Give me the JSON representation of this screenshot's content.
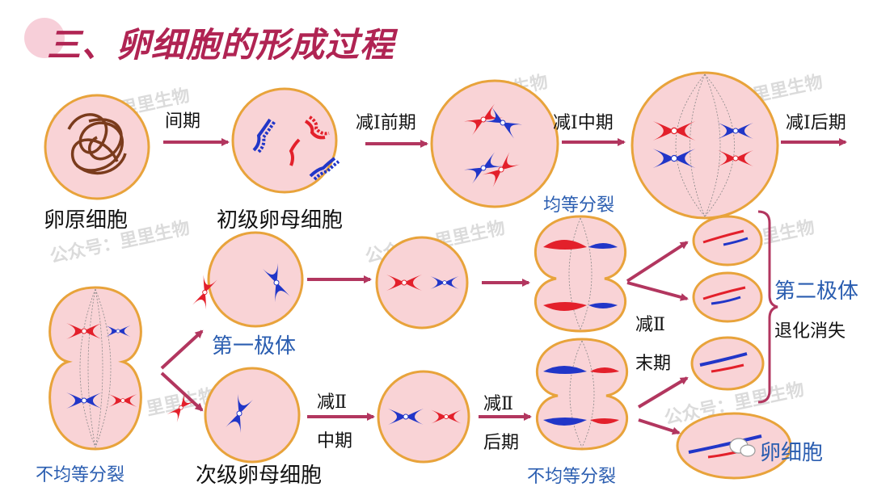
{
  "title": "三、卵细胞的形成过程",
  "watermarks": {
    "w1": "公众号：里里生物",
    "w2": "里里生物",
    "w3": "里里生物",
    "w4": "公众号：里里生物",
    "w5": "公众号：里里生物",
    "w6": "里里生物",
    "w7": "里里生物",
    "w8": "公众号：里里生物"
  },
  "stages": {
    "oogonium": "卵原细胞",
    "primary_oocyte": "初级卵母细胞",
    "first_polar_body": "第一极体",
    "secondary_oocyte": "次级卵母细胞",
    "second_polar_body": "第二极体",
    "degenerate": "退化消失",
    "egg": "卵细胞"
  },
  "phases": {
    "interphase": "间期",
    "mi_prophase": "减Ⅰ前期",
    "mi_metaphase": "减Ⅰ中期",
    "mi_anaphase": "减Ⅰ后期",
    "equal_division": "均等分裂",
    "unequal_division_1": "不均等分裂",
    "unequal_division_2": "不均等分裂",
    "mii_metaphase_top": "减Ⅱ",
    "mii_metaphase_bottom": "中期",
    "mii_anaphase_top": "减Ⅱ",
    "mii_anaphase_bottom": "后期",
    "mii_telophase_top": "减Ⅱ",
    "mii_telophase_bottom": "末期"
  },
  "colors": {
    "title": "#b02453",
    "arrow": "#b2365f",
    "cell_fill": "#f9d3d6",
    "cell_stroke": "#e8a33b",
    "red": "#e3202b",
    "blue": "#2136c8",
    "label_blue": "#2a5db0"
  }
}
